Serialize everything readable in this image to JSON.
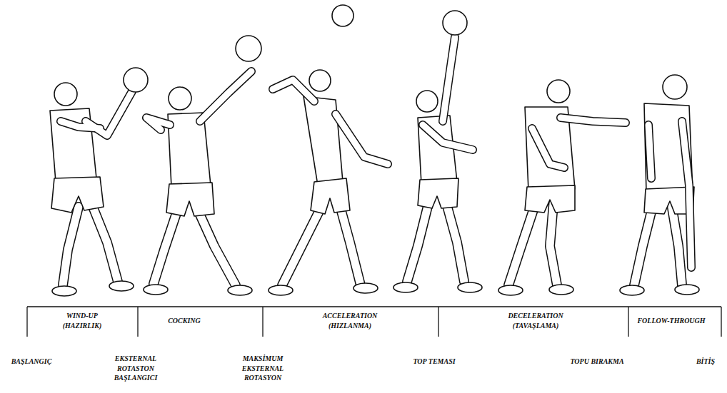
{
  "diagram": {
    "labels": [
      "WIND-UP (HAZIRLIK)",
      "COCKING",
      "ACCELERATION (HIZLANMA)",
      "DECELERATION (TAVAŞLAMA)",
      "FOLLOW-THROUGH",
      "BAŞLANGIÇ",
      "EKSTERNAL ROTASTON BAŞLANGICI",
      "MAKSİMUM EKSTERNAL ROTASYON",
      "TOP TEMASI",
      "TOPU BIRAKMA",
      "BİTİŞ"
    ]
  }
}
